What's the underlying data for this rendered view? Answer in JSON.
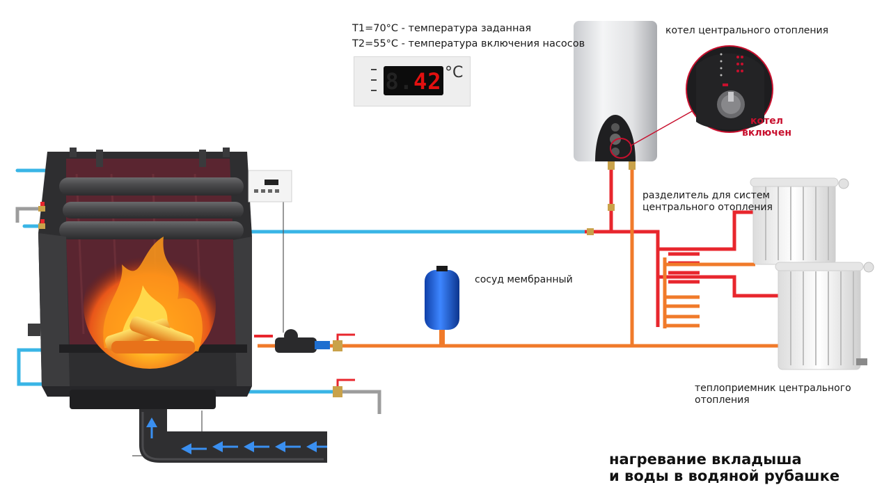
{
  "thermostat": {
    "line_t1": "T1=70°C - температура заданная",
    "line_t2": "T2=55°C - температура включения насосов",
    "display_value": "42",
    "display_dim": "8.",
    "unit": "°C"
  },
  "labels": {
    "boiler": "котел центрального отопления",
    "boiler_on_line1": "котел",
    "boiler_on_line2": "включен",
    "splitter": "разделитель для систем центрального отопления",
    "membrane_vessel": "сосуд мембранный",
    "radiator": "теплоприемник центрального отопления"
  },
  "caption": {
    "line1": "нагревание вкладыша",
    "line2": "и воды в водяной рубашке"
  },
  "colors": {
    "cold_pipe": "#39b5e6",
    "hot_pipe": "#e8262d",
    "return_pipe": "#f07a2a",
    "fireplace_body": "#3a3a3c",
    "firebox_wall": "#5a2530",
    "vessel": "#1f5fd6",
    "flow_arrow": "#3a8ff0"
  }
}
